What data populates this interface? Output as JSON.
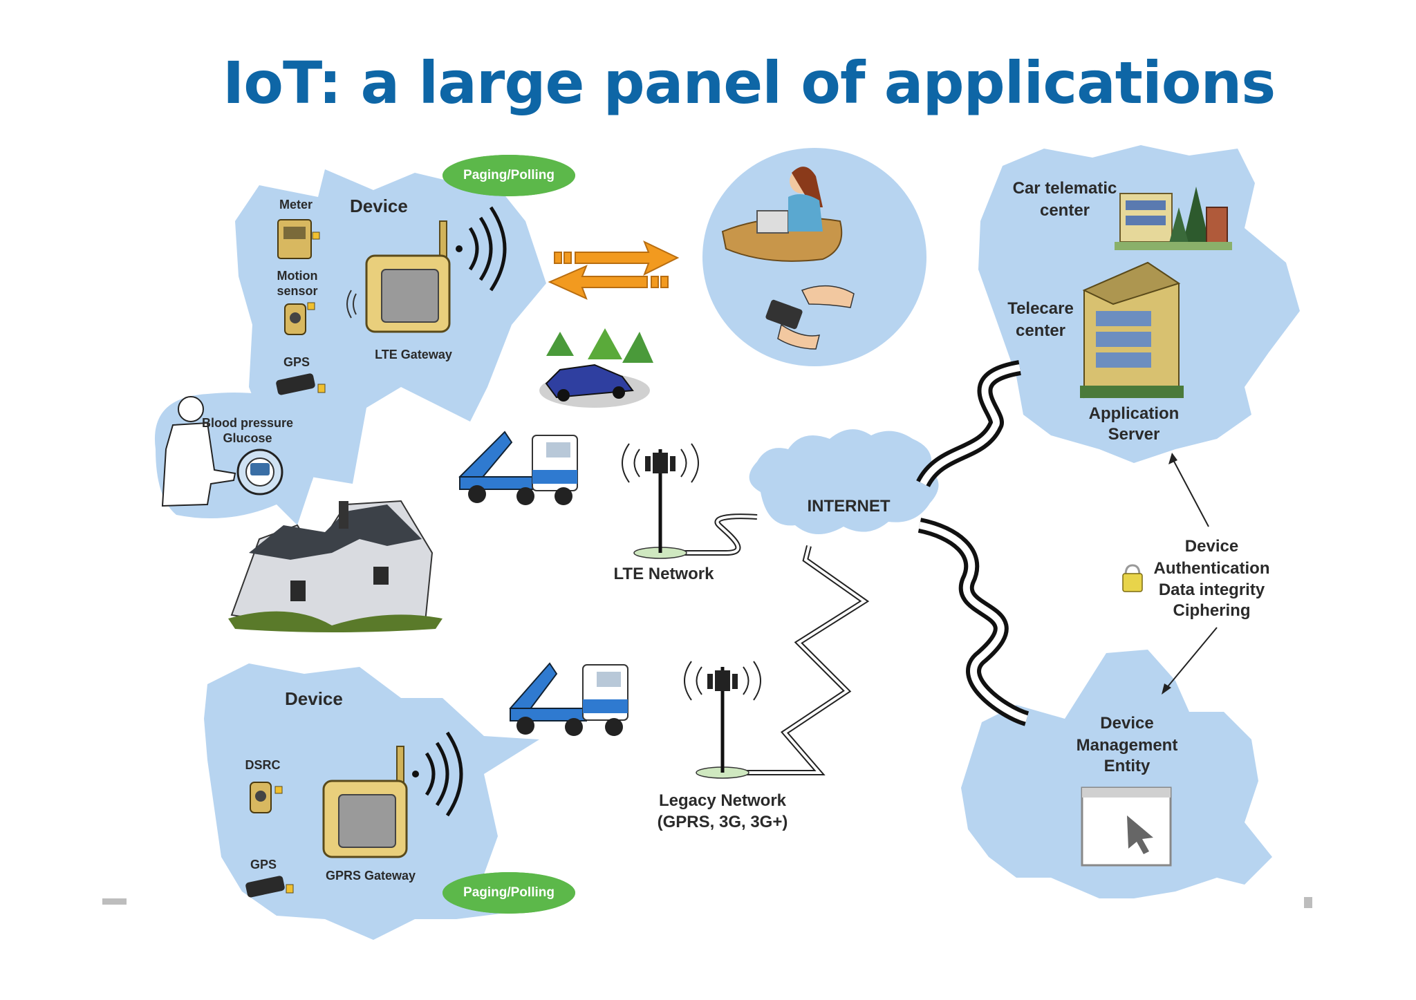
{
  "title": "IoT: a large panel of applications",
  "device_top": {
    "label": "Device",
    "meter": "Meter",
    "motion_line1": "Motion",
    "motion_line2": "sensor",
    "gps": "GPS",
    "gateway": "LTE Gateway",
    "paging": "Paging/Polling"
  },
  "health": {
    "line1": "Blood pressure",
    "line2": "Glucose"
  },
  "device_bottom": {
    "label": "Device",
    "dsrc": "DSRC",
    "gps": "GPS",
    "gateway": "GPRS Gateway",
    "paging": "Paging/Polling"
  },
  "servers": {
    "car_line1": "Car telematic",
    "car_line2": "center",
    "telecare_line1": "Telecare",
    "telecare_line2": "center",
    "app_line1": "Application",
    "app_line2": "Server"
  },
  "network": {
    "internet": "INTERNET",
    "lte": "LTE Network",
    "legacy_line1": "Legacy Network",
    "legacy_line2": "(GPRS, 3G, 3G+)"
  },
  "security": {
    "line1": "Device",
    "line2": "Authentication",
    "line3": "Data integrity",
    "line4": "Ciphering"
  },
  "dme": {
    "line1": "Device",
    "line2": "Management",
    "line3": "Entity"
  },
  "colors": {
    "title": "#0e66a6",
    "cloud": "#b7d4f0",
    "pill": "#5cb84a",
    "arrow": "#f29a1f",
    "gateway_body": "#e9cf7c"
  }
}
